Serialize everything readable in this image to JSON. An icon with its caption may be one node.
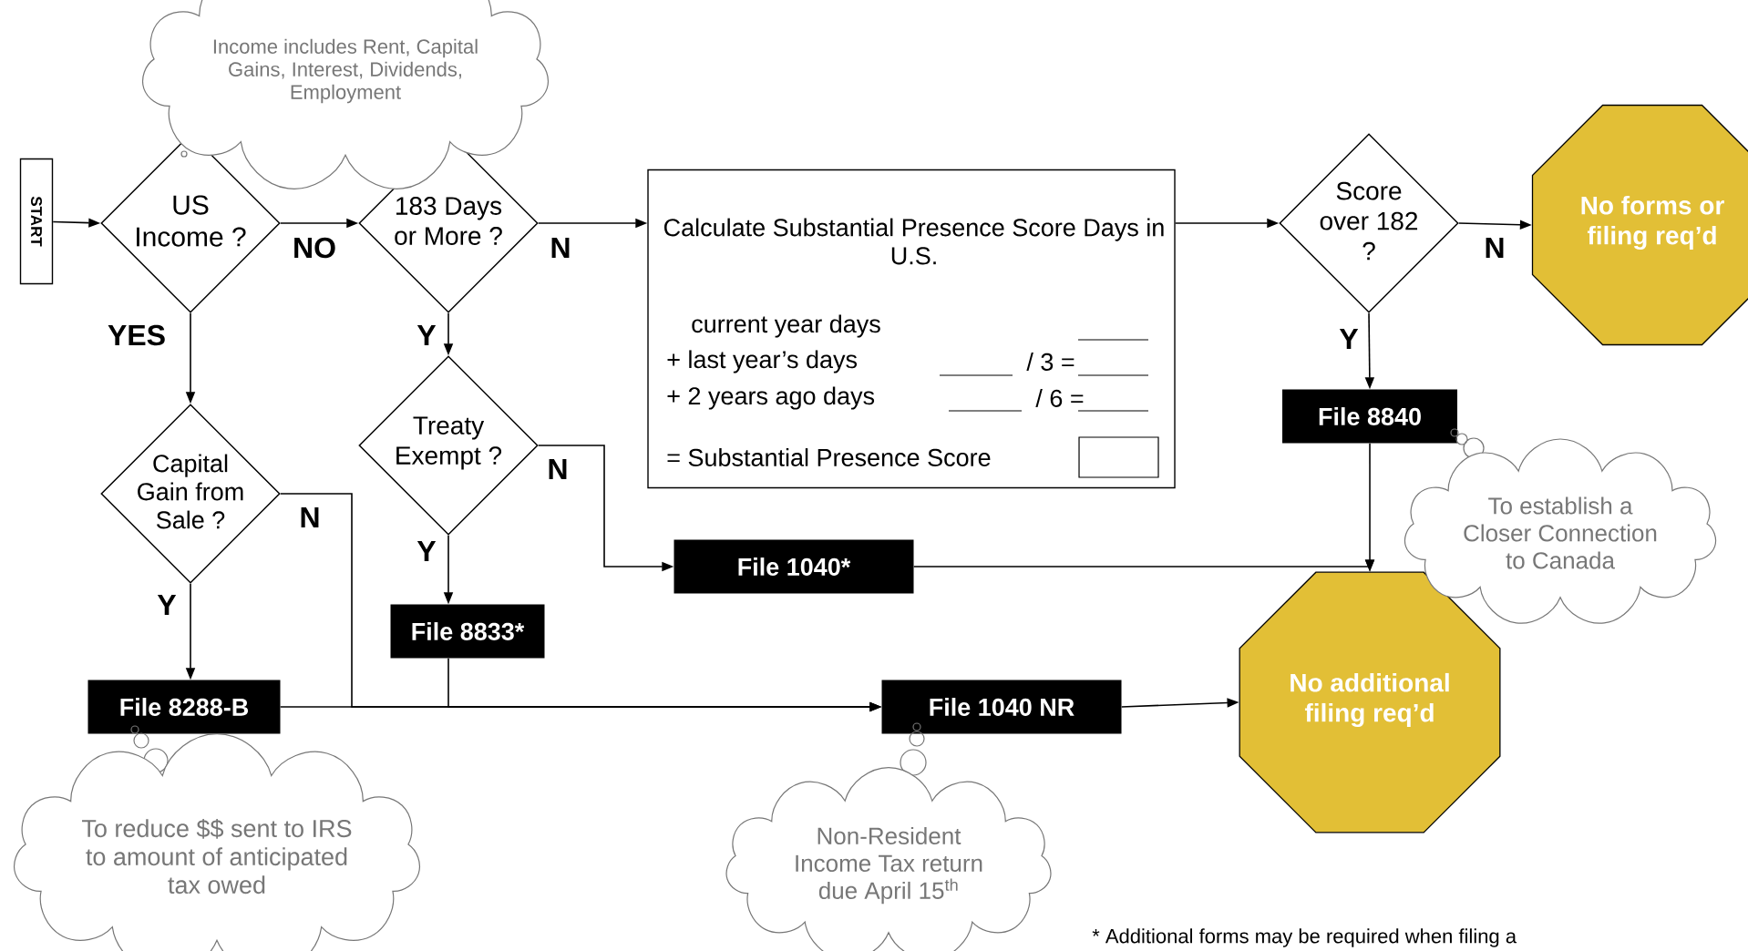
{
  "diagram": {
    "nodes": [
      {
        "text": [
          "START"
        ]
      },
      {
        "text": [
          "US Income ?"
        ]
      },
      {
        "text": [
          "183 Days or More ?"
        ]
      },
      {
        "text": [
          "Calculate Substantial Presence Score Days in U.S.",
          "current year days",
          "+ last year’s days",
          "/ 3 =",
          "+ 2 years ago days",
          "/ 6 =",
          "= Substantial Presence Score"
        ]
      },
      {
        "text": [
          "Score over 182 ?"
        ]
      },
      {
        "text": [
          "No forms or filing req’d"
        ]
      },
      {
        "text": [
          "Capital Gain from Sale ?"
        ]
      },
      {
        "text": [
          "Treaty Exempt ?"
        ]
      },
      {
        "text": [
          "File 8840"
        ]
      },
      {
        "text": [
          "File 1040*"
        ]
      },
      {
        "text": [
          "File 8833*"
        ]
      },
      {
        "text": [
          "File 8288-B"
        ]
      },
      {
        "text": [
          "File 1040 NR"
        ]
      },
      {
        "text": [
          "No additional filing req’d"
        ]
      },
      {
        "text": [
          "Income includes Rent, Capital Gains, Interest, Dividends, Employment"
        ]
      },
      {
        "text": [
          "To establish a Closer Connection to Canada"
        ]
      },
      {
        "text": [
          "To reduce $$ sent to IRS to amount of anticipated tax owed"
        ]
      },
      {
        "text": [
          "Non-Resident Income Tax return due April 15$^{th}$"
        ]
      }
    ],
    "edges": [
      {
        "from": 0,
        "to": 1,
        "arrow": "to"
      },
      {
        "from": 1,
        "to": 2,
        "arrow": "to",
        "label": "NO"
      },
      {
        "from": 2,
        "to": 3,
        "arrow": "to",
        "label": "N"
      },
      {
        "from": 3,
        "to": 4,
        "arrow": "to"
      },
      {
        "from": 4,
        "to": 5,
        "arrow": "to",
        "label": "N"
      },
      {
        "from": 1,
        "to": 6,
        "arrow": "to",
        "label": "YES"
      },
      {
        "from": 2,
        "to": 7,
        "arrow": "to",
        "label": "Y"
      },
      {
        "from": 4,
        "to": 8,
        "arrow": "to",
        "label": "Y"
      },
      {
        "from": 6,
        "to": 11,
        "arrow": "to",
        "label": "Y"
      },
      {
        "from": 6,
        "to": 12,
        "arrow": "to",
        "label": "N"
      },
      {
        "from": 7,
        "to": 10,
        "arrow": "to",
        "label": "Y"
      },
      {
        "from": 7,
        "to": 9,
        "arrow": "to",
        "label": "N"
      },
      {
        "from": 10,
        "to": 12,
        "arrow": "to"
      },
      {
        "from": 11,
        "to": 12,
        "arrow": "to"
      },
      {
        "from": 12,
        "to": 13,
        "arrow": "to"
      },
      {
        "from": 9,
        "to": 13,
        "arrow": "to"
      },
      {
        "from": 8,
        "to": 13,
        "arrow": "to"
      }
    ],
    "labels": [
      "* Additional forms may be required when filing a"
    ]
  }
}
